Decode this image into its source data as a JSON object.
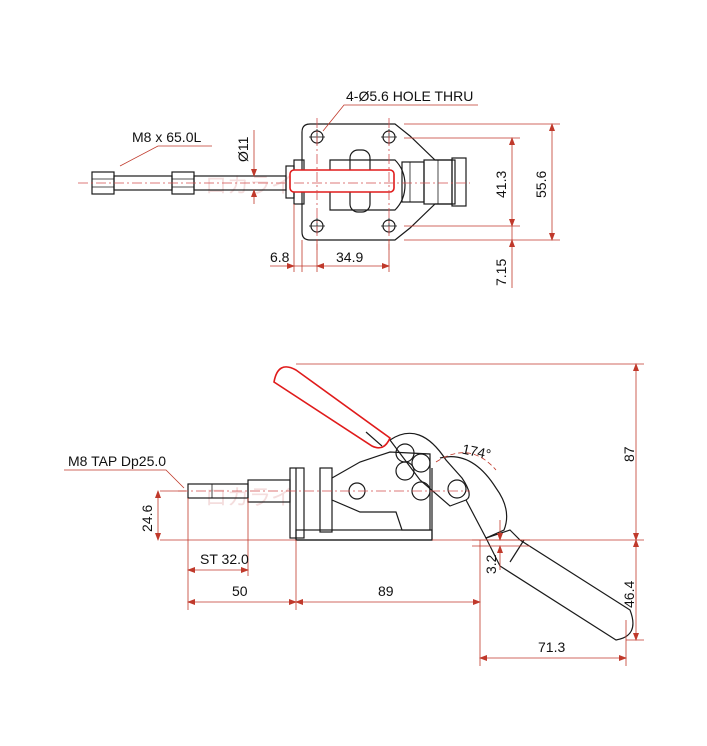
{
  "colors": {
    "outline": "#1a1a1a",
    "handle": "#e01b1b",
    "dimension": "#c0392b",
    "watermark": "#e8b5b5"
  },
  "top_view": {
    "hole_note": "4-Ø5.6 HOLE THRU",
    "bolt_note": "M8 x 65.0L",
    "dia": "Ø11",
    "d_6_8": "6.8",
    "d_34_9": "34.9",
    "d_41_3": "41.3",
    "d_55_6": "55.6",
    "d_7_15": "7.15"
  },
  "side_view": {
    "tap_note": "M8 TAP Dp25.0",
    "angle": "174°",
    "d_87": "87",
    "d_24_6": "24.6",
    "stroke": "ST 32.0",
    "d_50": "50",
    "d_89": "89",
    "d_3_2": "3.2",
    "d_46_4": "46.4",
    "d_71_3": "71.3"
  },
  "watermark": {
    "text_top": "ロカライ 工業",
    "text_bottom": "ロカライ 工業"
  }
}
